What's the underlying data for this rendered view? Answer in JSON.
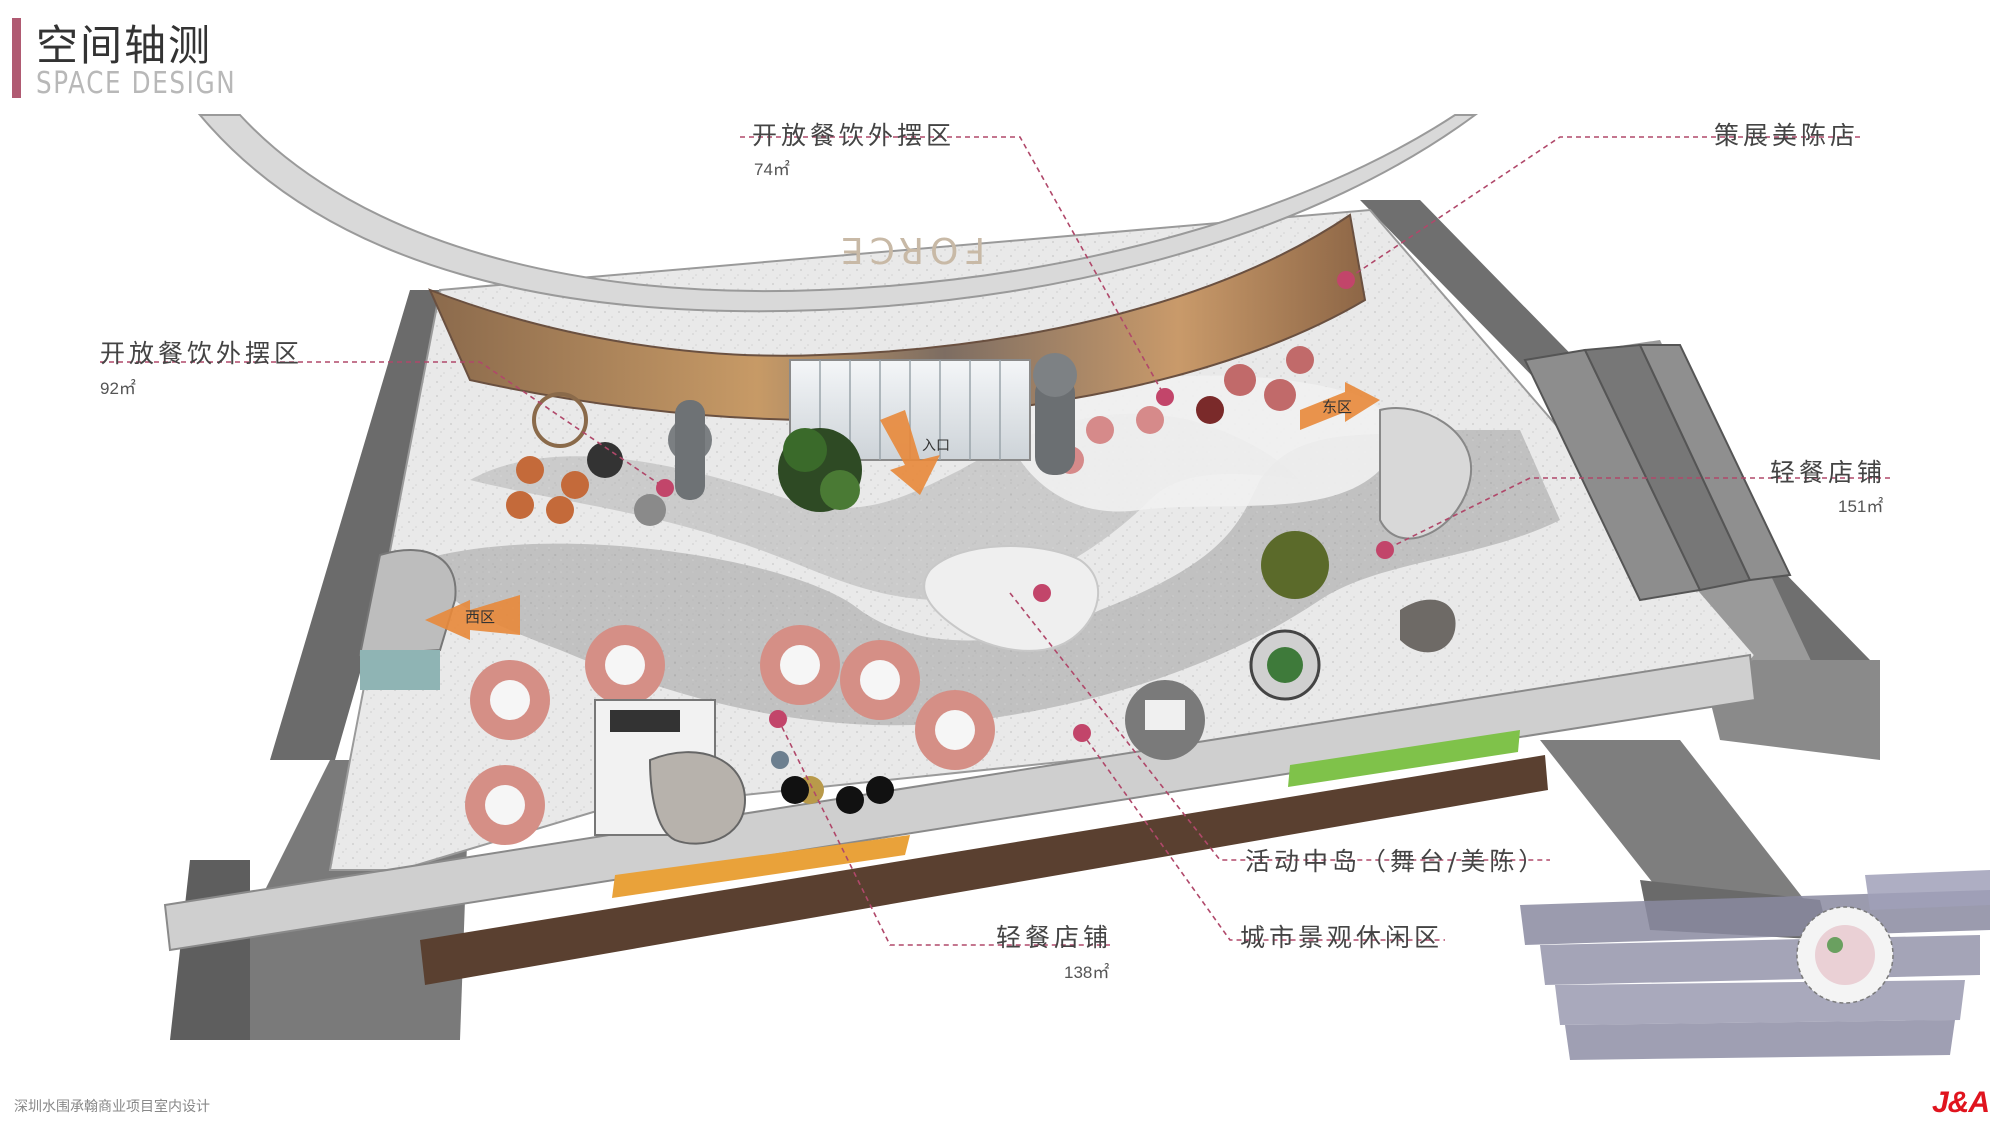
{
  "header": {
    "title_cn": "空间轴测",
    "title_en": "SPACE DESIGN"
  },
  "callouts": {
    "open_dining_top": {
      "label": "开放餐饮外摆区",
      "area": "74㎡"
    },
    "curated_store": {
      "label": "策展美陈店"
    },
    "open_dining_left": {
      "label": "开放餐饮外摆区",
      "area": "92㎡"
    },
    "light_dining_right": {
      "label": "轻餐店铺",
      "area": "151㎡"
    },
    "activity_island": {
      "label": "活动中岛（舞台/美陈）"
    },
    "light_dining_bottom": {
      "label": "轻餐店铺",
      "area": "138㎡"
    },
    "urban_leisure": {
      "label": "城市景观休闲区"
    }
  },
  "plan_signs": {
    "entrance": "入口",
    "west_zone": "西区",
    "east_zone": "东区",
    "brand_sign": "FORCE"
  },
  "footer": {
    "project": "深圳水围承翰商业项目室内设计",
    "logo": "J&A"
  },
  "colors": {
    "accent": "#b05a72",
    "marker": "#c2456a",
    "arrow": "#e8883a",
    "logo": "#e0141e"
  }
}
